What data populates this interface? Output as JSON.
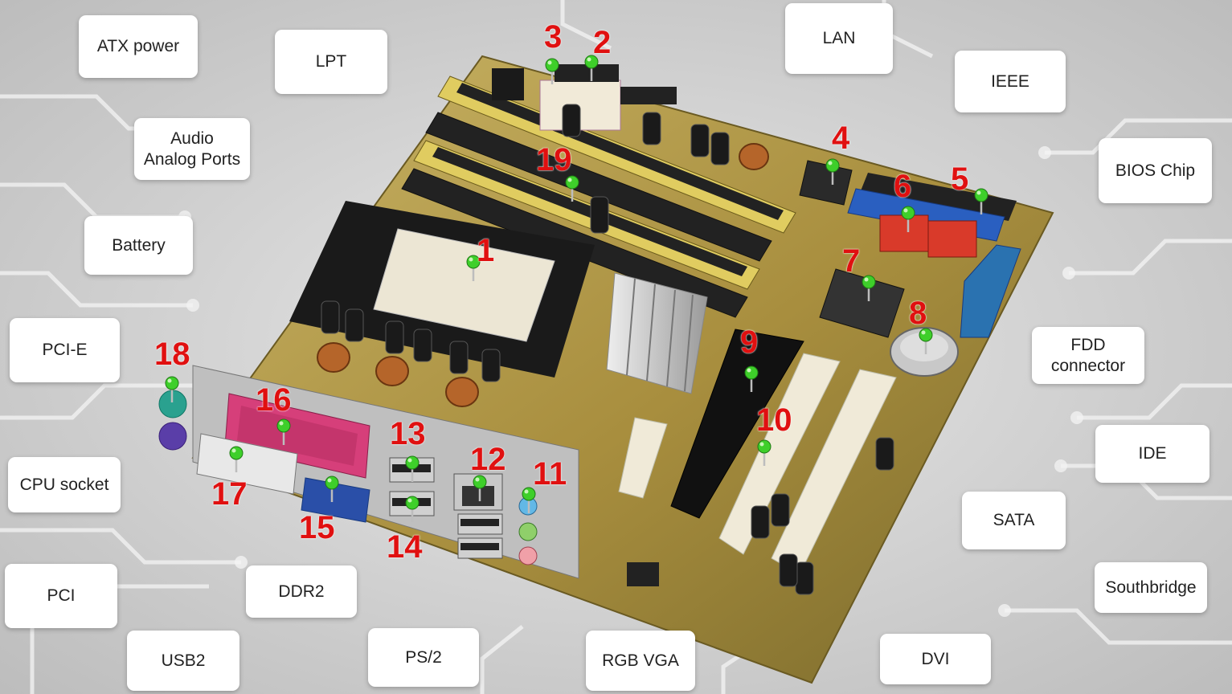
{
  "labels": {
    "atx_power": "ATX power",
    "lpt": "LPT",
    "lan": "LAN",
    "ieee": "IEEE",
    "audio_line1": "Audio",
    "audio_line2": "Analog Ports",
    "bios_chip": "BIOS Chip",
    "battery": "Battery",
    "pci_e": "PCI-E",
    "fdd_line1": "FDD",
    "fdd_line2": "connector",
    "ide": "IDE",
    "cpu_socket": "CPU socket",
    "sata": "SATA",
    "pci": "PCI",
    "ddr2": "DDR2",
    "southbridge": "Southbridge",
    "usb2": "USB2",
    "ps2": "PS/2",
    "rgb_vga": "RGB VGA",
    "dvi": "DVI"
  },
  "markers": [
    "1",
    "2",
    "3",
    "4",
    "5",
    "6",
    "7",
    "8",
    "9",
    "10",
    "11",
    "12",
    "13",
    "14",
    "15",
    "16",
    "17",
    "18",
    "19"
  ],
  "colors": {
    "marker_number": "#e01010",
    "pin_head": "#3ecf2a",
    "board": "#b39a4a",
    "dimm_slot": "#e0cc60",
    "sata_port": "#d93a2a",
    "ide_port": "#2a5fc0",
    "pink_port": "#d63f7a",
    "vga_port": "#2a4fa8"
  }
}
